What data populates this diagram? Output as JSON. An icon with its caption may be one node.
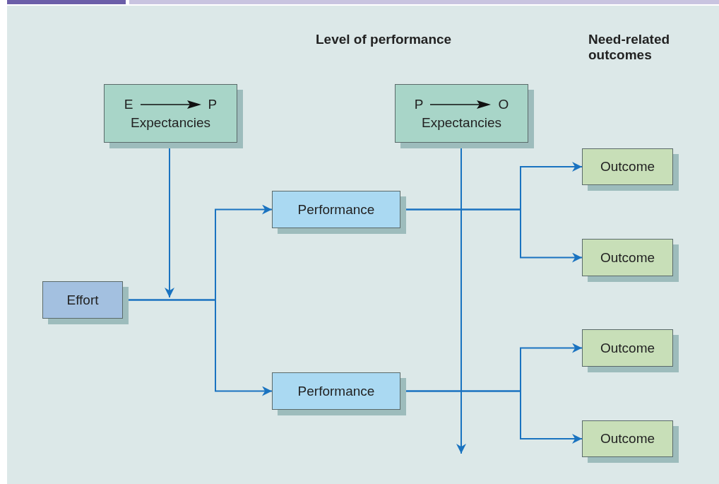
{
  "diagram": {
    "nodes": [
      {
        "text": [
          "E",
          "P",
          "Expectancies"
        ]
      },
      {
        "text": [
          "P",
          "O",
          "Expectancies"
        ]
      },
      {
        "text": [
          "Effort"
        ]
      },
      {
        "text": [
          "Performance"
        ]
      },
      {
        "text": [
          "Performance"
        ]
      },
      {
        "text": [
          "Outcome"
        ]
      },
      {
        "text": [
          "Outcome"
        ]
      },
      {
        "text": [
          "Outcome"
        ]
      },
      {
        "text": [
          "Outcome"
        ]
      }
    ],
    "edges": [
      {
        "from": 2,
        "to": 3,
        "arrow": "to"
      },
      {
        "from": 2,
        "to": 4,
        "arrow": "to"
      },
      {
        "from": 0,
        "to": null,
        "arrow": "to"
      },
      {
        "from": 1,
        "to": null,
        "arrow": "to"
      },
      {
        "from": 3,
        "to": 5,
        "arrow": "to"
      },
      {
        "from": 3,
        "to": 6,
        "arrow": "to"
      },
      {
        "from": 4,
        "to": 7,
        "arrow": "to"
      },
      {
        "from": 4,
        "to": 8,
        "arrow": "to"
      }
    ],
    "labels": [
      "Level of performance",
      "Need-related outcomes"
    ]
  }
}
